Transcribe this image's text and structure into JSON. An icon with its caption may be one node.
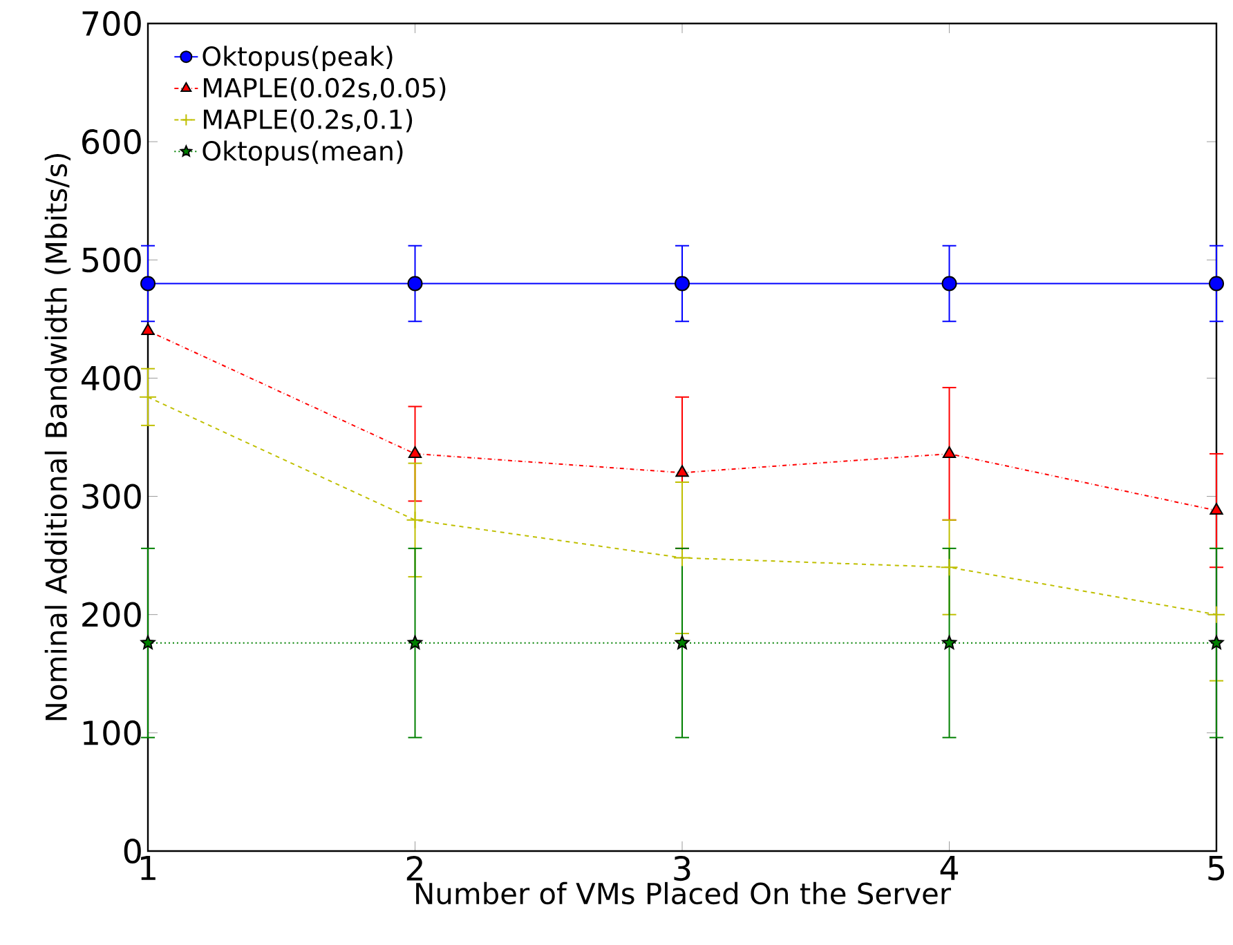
{
  "diagram": {
    "chart_data": {
      "type": "line",
      "xlabel": "Number of VMs Placed On the Server",
      "ylabel": "Nominal Additional Bandwidth (Mbits/s)",
      "x": [
        1,
        2,
        3,
        4,
        5
      ],
      "xlim": [
        1,
        5
      ],
      "ylim": [
        0,
        700
      ],
      "xticks": [
        1,
        2,
        3,
        4,
        5
      ],
      "yticks": [
        0,
        100,
        200,
        300,
        400,
        500,
        600,
        700
      ],
      "legend": true,
      "series": [
        {
          "name": "Oktopus(peak)",
          "color": "#0000ff",
          "marker": "circle",
          "line_style": "solid",
          "values": [
            480,
            480,
            480,
            480,
            480
          ],
          "errors": [
            32,
            32,
            32,
            32,
            32
          ]
        },
        {
          "name": "MAPLE(0.02s,0.05)",
          "color": "#ff0000",
          "marker": "triangle",
          "line_style": "dashdot",
          "values": [
            440,
            336,
            320,
            336,
            288
          ],
          "errors": [
            null,
            40,
            64,
            56,
            48
          ]
        },
        {
          "name": "MAPLE(0.2s,0.1)",
          "color": "#bfbf00",
          "marker": "plus",
          "line_style": "dashed",
          "values": [
            384,
            280,
            248,
            240,
            200
          ],
          "errors": [
            24,
            48,
            64,
            40,
            56
          ]
        },
        {
          "name": "Oktopus(mean)",
          "color": "#008000",
          "marker": "star",
          "line_style": "dotted",
          "values": [
            176,
            176,
            176,
            176,
            176
          ],
          "errors": [
            80,
            80,
            80,
            80,
            80
          ]
        }
      ]
    }
  }
}
